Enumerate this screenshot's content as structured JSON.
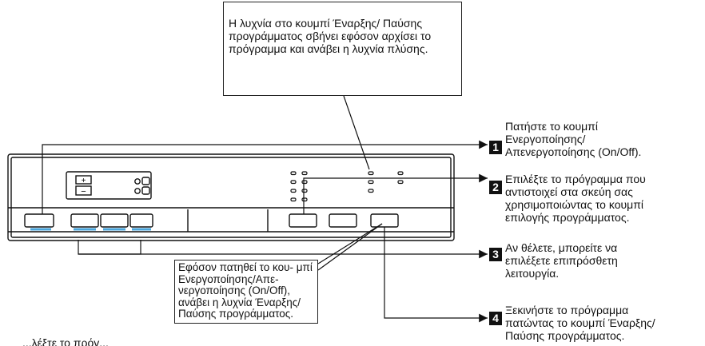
{
  "callout_top": "Η λυχνία στο κουμπί Έναρξης/ Παύσης προγράμματος σβήνει εφόσον αρχίσει το πρόγραμμα και ανάβει η λυχνία πλύσης.",
  "callout_bottom": "Εφόσον πατηθεί το κου- μπί Ενεργοποίησης/Απε- νεργοποίησης (On/Off), ανάβει η λυχνία Έναρξης/ Παύσης προγράμματος.",
  "steps": [
    {
      "num": "1",
      "text": [
        "Πατήστε το κουμπί",
        "Ενεργοποίησης/",
        "Απενεργοποίησης (On/Off)."
      ]
    },
    {
      "num": "2",
      "text": [
        "Επιλέξτε το πρόγραμμα που",
        "αντιστοιχεί στα σκεύη σας",
        "χρησιμοποιώντας το κουμπί",
        "επιλογής προγράμματος."
      ]
    },
    {
      "num": "3",
      "text": [
        "Αν θέλετε, μπορείτε να",
        "επιλέξετε επιπρόσθετη",
        "λειτουργία."
      ]
    },
    {
      "num": "4",
      "text": [
        "Ξεκινήστε το πρόγραμμα",
        "πατώντας το κουμπί Έναρξης/",
        "Παύσης προγράμματος."
      ]
    }
  ],
  "display": {
    "plus": "+",
    "minus": "−"
  },
  "cut_text": "...λέξτε το πρόγ..."
}
